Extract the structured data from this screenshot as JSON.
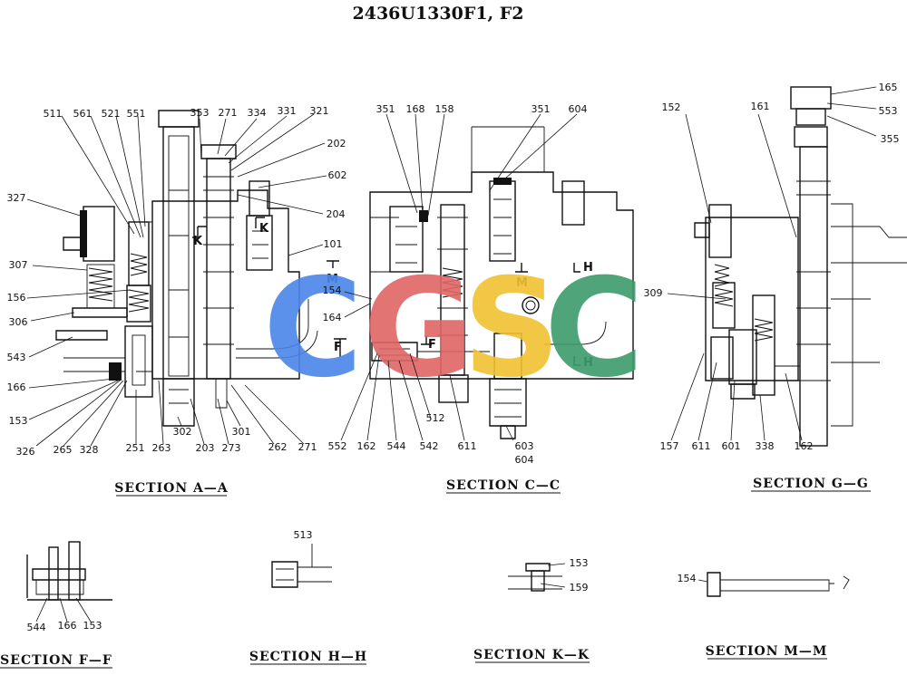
{
  "title": "2436U1330F1, F2",
  "watermark": {
    "text": "CGSC",
    "letters": [
      {
        "ch": "C",
        "color": "#4a86e8"
      },
      {
        "ch": "G",
        "color": "#e06666"
      },
      {
        "ch": "S",
        "color": "#f1c232"
      },
      {
        "ch": "C",
        "color": "#3d9b6b"
      }
    ]
  },
  "sections": {
    "aa": "SECTION  A—A",
    "cc": "SECTION  C—C",
    "gg": "SECTION  G—G",
    "ff": "SECTION  F—F",
    "hh": "SECTION  H—H",
    "kk": "SECTION  K—K",
    "mm": "SECTION  M—M"
  },
  "markers": {
    "k": "K",
    "m": "M",
    "f": "F",
    "h": "H"
  },
  "parts": {
    "p511": "511",
    "p561": "561",
    "p521": "521",
    "p551": "551",
    "p353": "353",
    "p271a": "271",
    "p334": "334",
    "p331": "331",
    "p321": "321",
    "p202": "202",
    "p602": "602",
    "p204": "204",
    "p101": "101",
    "p327": "327",
    "p307": "307",
    "p156": "156",
    "p306": "306",
    "p543": "543",
    "p166a": "166",
    "p153a": "153",
    "p326": "326",
    "p265": "265",
    "p328": "328",
    "p251": "251",
    "p263": "263",
    "p302": "302",
    "p203": "203",
    "p273": "273",
    "p301": "301",
    "p262": "262",
    "p271b": "271",
    "p351a": "351",
    "p168": "168",
    "p158": "158",
    "p351b": "351",
    "p604a": "604",
    "p154a": "154",
    "p164": "164",
    "p552": "552",
    "p162a": "162",
    "p544a": "544",
    "p542": "542",
    "p512": "512",
    "p611a": "611",
    "p603": "603",
    "p604b": "604",
    "p165": "165",
    "p553": "553",
    "p355": "355",
    "p152": "152",
    "p161": "161",
    "p309": "309",
    "p157": "157",
    "p611b": "611",
    "p601": "601",
    "p338": "338",
    "p162b": "162",
    "p544b": "544",
    "p166b": "166",
    "p153b": "153",
    "p513": "513",
    "p153c": "153",
    "p159": "159",
    "p154b": "154"
  }
}
